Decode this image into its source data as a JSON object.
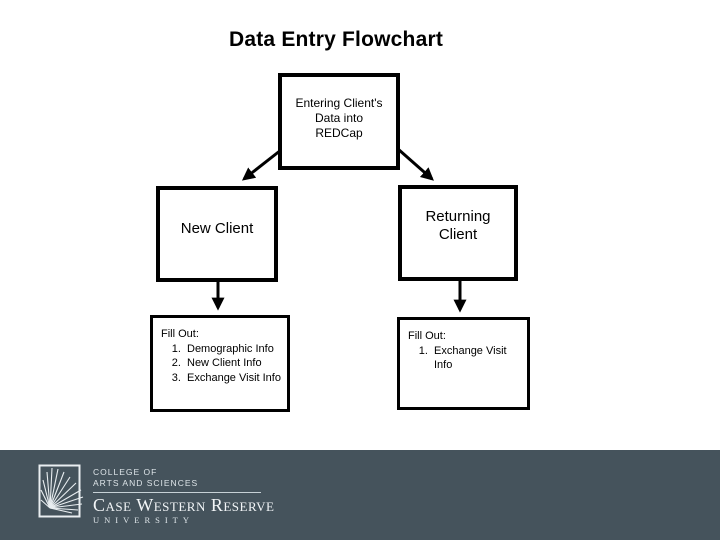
{
  "title": "Data Entry Flowchart",
  "flowchart": {
    "root_box": {
      "lines": [
        "Entering Client's",
        "Data into",
        "REDCap"
      ]
    },
    "new_client_box": {
      "label": "New Client"
    },
    "returning_client_box": {
      "lines": [
        "Returning",
        "Client"
      ]
    },
    "new_client_tasks_box": {
      "heading": "Fill Out:",
      "items": [
        "Demographic Info",
        "New Client Info",
        "Exchange Visit Info"
      ]
    },
    "returning_client_tasks_box": {
      "heading": "Fill Out:",
      "items": [
        "Exchange Visit Info"
      ]
    }
  },
  "footer": {
    "bar_color": "#45535C",
    "logo": {
      "college_line_1": "COLLEGE OF",
      "college_line_2": "ARTS AND SCIENCES",
      "university_name": "Case Western Reserve",
      "university_word": "UNIVERSITY",
      "icon": "sunburst-icon"
    }
  },
  "colors": {
    "box_border": "#000000",
    "arrow": "#000000",
    "title_text": "#000000",
    "footer_background": "#45535C",
    "logo_text": "#E9EEF1"
  }
}
